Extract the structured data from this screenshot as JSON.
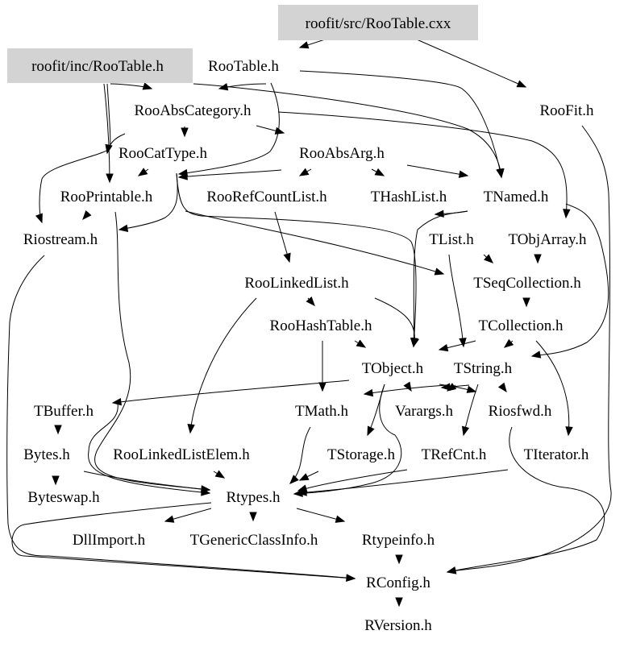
{
  "graph": {
    "title": "roofit/inc/RooTable.h include dependency graph",
    "highlight_color": "#d3d3d3",
    "edge_color": "#000000",
    "nodes": [
      {
        "id": "src_rootable_cxx",
        "label": "roofit/src/RooTable.cxx",
        "highlighted": true
      },
      {
        "id": "inc_rootable_h",
        "label": "roofit/inc/RooTable.h",
        "highlighted": true
      },
      {
        "id": "rootable_h",
        "label": "RooTable.h"
      },
      {
        "id": "roofit_h",
        "label": "RooFit.h"
      },
      {
        "id": "rooabscategory_h",
        "label": "RooAbsCategory.h"
      },
      {
        "id": "roocattype_h",
        "label": "RooCatType.h"
      },
      {
        "id": "rooabsarg_h",
        "label": "RooAbsArg.h"
      },
      {
        "id": "rooprintable_h",
        "label": "RooPrintable.h"
      },
      {
        "id": "roorefcountlist_h",
        "label": "RooRefCountList.h"
      },
      {
        "id": "thashlist_h",
        "label": "THashList.h"
      },
      {
        "id": "tnamed_h",
        "label": "TNamed.h"
      },
      {
        "id": "riostream_h",
        "label": "Riostream.h"
      },
      {
        "id": "tlist_h",
        "label": "TList.h"
      },
      {
        "id": "tobjarray_h",
        "label": "TObjArray.h"
      },
      {
        "id": "roolinkedlist_h",
        "label": "RooLinkedList.h"
      },
      {
        "id": "tseqcollection_h",
        "label": "TSeqCollection.h"
      },
      {
        "id": "roohashtable_h",
        "label": "RooHashTable.h"
      },
      {
        "id": "tcollection_h",
        "label": "TCollection.h"
      },
      {
        "id": "tobject_h",
        "label": "TObject.h"
      },
      {
        "id": "tstring_h",
        "label": "TString.h"
      },
      {
        "id": "tbuffer_h",
        "label": "TBuffer.h"
      },
      {
        "id": "tmath_h",
        "label": "TMath.h"
      },
      {
        "id": "varargs_h",
        "label": "Varargs.h"
      },
      {
        "id": "riosfwd_h",
        "label": "Riosfwd.h"
      },
      {
        "id": "bytes_h",
        "label": "Bytes.h"
      },
      {
        "id": "roolinkedlistelem_h",
        "label": "RooLinkedListElem.h"
      },
      {
        "id": "tstorage_h",
        "label": "TStorage.h"
      },
      {
        "id": "trefcnt_h",
        "label": "TRefCnt.h"
      },
      {
        "id": "titerator_h",
        "label": "TIterator.h"
      },
      {
        "id": "byteswap_h",
        "label": "Byteswap.h"
      },
      {
        "id": "rtypes_h",
        "label": "Rtypes.h"
      },
      {
        "id": "dllimport_h",
        "label": "DllImport.h"
      },
      {
        "id": "tgenericclassinfo_h",
        "label": "TGenericClassInfo.h"
      },
      {
        "id": "rtypeinfo_h",
        "label": "Rtypeinfo.h"
      },
      {
        "id": "rconfig_h",
        "label": "RConfig.h"
      },
      {
        "id": "rversion_h",
        "label": "RVersion.h"
      }
    ],
    "edges": [
      {
        "from": "src_rootable_cxx",
        "to": "rootable_h"
      },
      {
        "from": "src_rootable_cxx",
        "to": "roofit_h"
      },
      {
        "from": "inc_rootable_h",
        "to": "rooabscategory_h"
      },
      {
        "from": "inc_rootable_h",
        "to": "rooprintable_h"
      },
      {
        "from": "inc_rootable_h",
        "to": "riostream_h"
      },
      {
        "from": "inc_rootable_h",
        "to": "tnamed_h"
      },
      {
        "from": "rootable_h",
        "to": "rooabscategory_h"
      },
      {
        "from": "rootable_h",
        "to": "tnamed_h"
      },
      {
        "from": "rootable_h",
        "to": "rooprintable_h"
      },
      {
        "from": "rooabscategory_h",
        "to": "roocattype_h"
      },
      {
        "from": "rooabscategory_h",
        "to": "rooabsarg_h"
      },
      {
        "from": "rooabscategory_h",
        "to": "tobjarray_h"
      },
      {
        "from": "rooabscategory_h",
        "to": "riostream_h"
      },
      {
        "from": "roocattype_h",
        "to": "rooprintable_h"
      },
      {
        "from": "roocattype_h",
        "to": "riostream_h"
      },
      {
        "from": "roocattype_h",
        "to": "tobject_h"
      },
      {
        "from": "roocattype_h",
        "to": "tseqcollection_h"
      },
      {
        "from": "rooabsarg_h",
        "to": "rooprintable_h"
      },
      {
        "from": "rooabsarg_h",
        "to": "roorefcountlist_h"
      },
      {
        "from": "rooabsarg_h",
        "to": "thashlist_h"
      },
      {
        "from": "rooabsarg_h",
        "to": "tnamed_h"
      },
      {
        "from": "rooprintable_h",
        "to": "riostream_h"
      },
      {
        "from": "rooprintable_h",
        "to": "rtypes_h"
      },
      {
        "from": "roorefcountlist_h",
        "to": "roolinkedlist_h"
      },
      {
        "from": "tnamed_h",
        "to": "tlist_h"
      },
      {
        "from": "tnamed_h",
        "to": "tobject_h"
      },
      {
        "from": "tnamed_h",
        "to": "tstring_h"
      },
      {
        "from": "roofit_h",
        "to": "rconfig_h"
      },
      {
        "from": "riostream_h",
        "to": "rconfig_h"
      },
      {
        "from": "tlist_h",
        "to": "tseqcollection_h"
      },
      {
        "from": "tlist_h",
        "to": "tstring_h"
      },
      {
        "from": "tobjarray_h",
        "to": "tseqcollection_h"
      },
      {
        "from": "roolinkedlist_h",
        "to": "roohashtable_h"
      },
      {
        "from": "roolinkedlist_h",
        "to": "roolinkedlistelem_h"
      },
      {
        "from": "roolinkedlist_h",
        "to": "tobject_h"
      },
      {
        "from": "tseqcollection_h",
        "to": "tcollection_h"
      },
      {
        "from": "roohashtable_h",
        "to": "tobject_h"
      },
      {
        "from": "roohashtable_h",
        "to": "tmath_h"
      },
      {
        "from": "tcollection_h",
        "to": "tobject_h"
      },
      {
        "from": "tcollection_h",
        "to": "tstring_h"
      },
      {
        "from": "tcollection_h",
        "to": "titerator_h"
      },
      {
        "from": "tobject_h",
        "to": "tbuffer_h"
      },
      {
        "from": "tobject_h",
        "to": "varargs_h"
      },
      {
        "from": "tobject_h",
        "to": "riosfwd_h"
      },
      {
        "from": "tobject_h",
        "to": "tstorage_h"
      },
      {
        "from": "tobject_h",
        "to": "rtypes_h"
      },
      {
        "from": "tstring_h",
        "to": "tmath_h"
      },
      {
        "from": "tstring_h",
        "to": "varargs_h"
      },
      {
        "from": "tstring_h",
        "to": "riosfwd_h"
      },
      {
        "from": "tstring_h",
        "to": "trefcnt_h"
      },
      {
        "from": "tstring_h",
        "to": "tobject_h"
      },
      {
        "from": "tbuffer_h",
        "to": "bytes_h"
      },
      {
        "from": "tbuffer_h",
        "to": "rtypes_h"
      },
      {
        "from": "tmath_h",
        "to": "rtypes_h"
      },
      {
        "from": "riosfwd_h",
        "to": "rconfig_h"
      },
      {
        "from": "bytes_h",
        "to": "byteswap_h"
      },
      {
        "from": "bytes_h",
        "to": "rtypes_h"
      },
      {
        "from": "roolinkedlistelem_h",
        "to": "rtypes_h"
      },
      {
        "from": "tstorage_h",
        "to": "rtypes_h"
      },
      {
        "from": "trefcnt_h",
        "to": "rtypes_h"
      },
      {
        "from": "titerator_h",
        "to": "rtypes_h"
      },
      {
        "from": "rtypes_h",
        "to": "dllimport_h"
      },
      {
        "from": "rtypes_h",
        "to": "tgenericclassinfo_h"
      },
      {
        "from": "rtypes_h",
        "to": "rtypeinfo_h"
      },
      {
        "from": "rtypes_h",
        "to": "rconfig_h"
      },
      {
        "from": "rtypeinfo_h",
        "to": "rconfig_h"
      },
      {
        "from": "rconfig_h",
        "to": "rversion_h"
      }
    ]
  }
}
